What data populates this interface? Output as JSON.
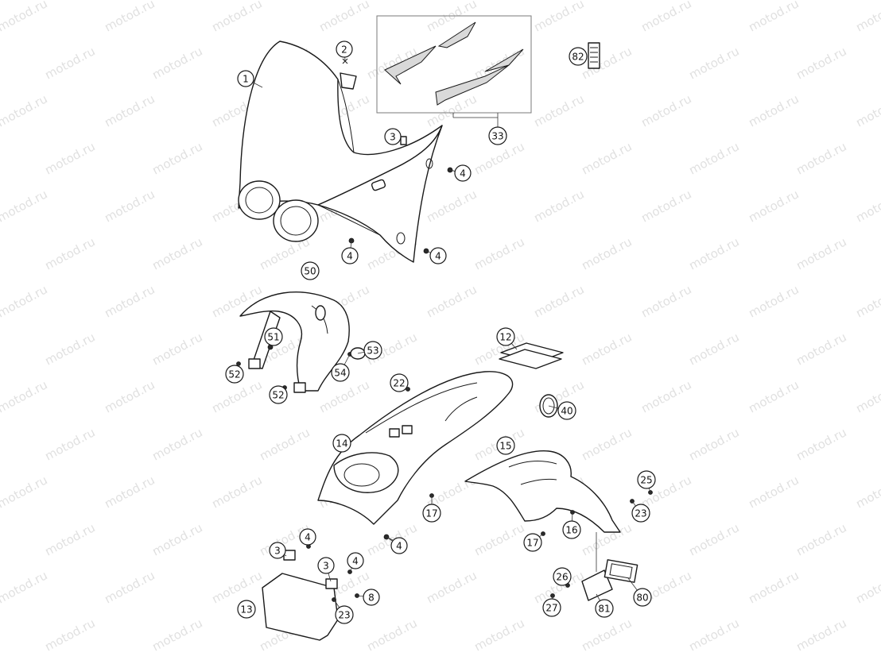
{
  "watermark": "motod.ru",
  "callouts": [
    {
      "id": "c1",
      "label": "1"
    },
    {
      "id": "c2",
      "label": "2"
    },
    {
      "id": "c3a",
      "label": "3"
    },
    {
      "id": "c33",
      "label": "33"
    },
    {
      "id": "c82",
      "label": "82"
    },
    {
      "id": "c4a",
      "label": "4"
    },
    {
      "id": "c4b",
      "label": "4"
    },
    {
      "id": "c4c",
      "label": "4"
    },
    {
      "id": "c50",
      "label": "50"
    },
    {
      "id": "c51",
      "label": "51"
    },
    {
      "id": "c52a",
      "label": "52"
    },
    {
      "id": "c52b",
      "label": "52"
    },
    {
      "id": "c53",
      "label": "53"
    },
    {
      "id": "c54",
      "label": "54"
    },
    {
      "id": "c12",
      "label": "12"
    },
    {
      "id": "c22",
      "label": "22"
    },
    {
      "id": "c40",
      "label": "40"
    },
    {
      "id": "c14",
      "label": "14"
    },
    {
      "id": "c15",
      "label": "15"
    },
    {
      "id": "c25",
      "label": "25"
    },
    {
      "id": "c23a",
      "label": "23"
    },
    {
      "id": "c17a",
      "label": "17"
    },
    {
      "id": "c16",
      "label": "16"
    },
    {
      "id": "c17b",
      "label": "17"
    },
    {
      "id": "c4d",
      "label": "4"
    },
    {
      "id": "c4e",
      "label": "4"
    },
    {
      "id": "c3b",
      "label": "3"
    },
    {
      "id": "c4f",
      "label": "4"
    },
    {
      "id": "c3c",
      "label": "3"
    },
    {
      "id": "c8",
      "label": "8"
    },
    {
      "id": "c13",
      "label": "13"
    },
    {
      "id": "c23b",
      "label": "23"
    },
    {
      "id": "c26",
      "label": "26"
    },
    {
      "id": "c27",
      "label": "27"
    },
    {
      "id": "c81",
      "label": "81"
    },
    {
      "id": "c80",
      "label": "80"
    }
  ]
}
